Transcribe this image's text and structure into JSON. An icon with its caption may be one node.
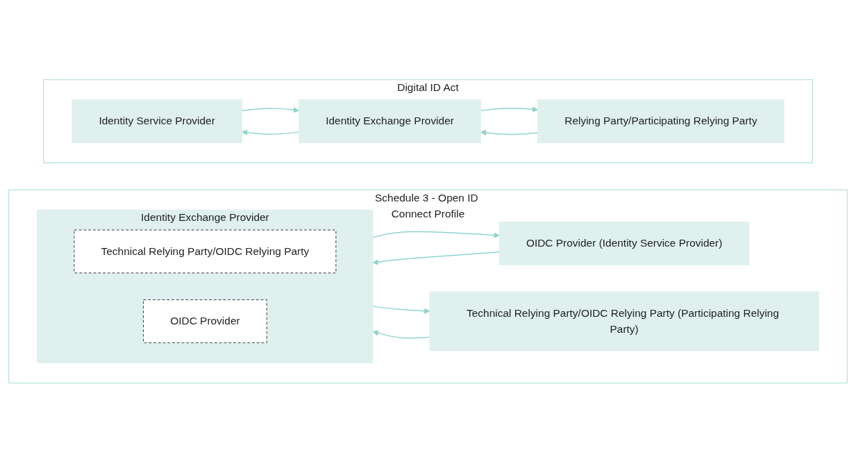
{
  "diagram": {
    "nodes": [
      {
        "text": [
          "Digital ID Act"
        ]
      },
      {
        "text": [
          "Identity Service Provider"
        ],
        "in": 0
      },
      {
        "text": [
          "Identity Exchange Provider"
        ],
        "in": 0
      },
      {
        "text": [
          "Relying Party/Participating Relying Party"
        ],
        "in": 0
      },
      {
        "text": [
          "Schedule 3 - Open ID Connect Profile"
        ]
      },
      {
        "text": [
          "OIDC Provider (Identity Service Provider)"
        ],
        "in": 4
      },
      {
        "text": [
          "Identity Exchange Provider"
        ],
        "in": 4
      },
      {
        "text": [
          "Technical Relying Party/OIDC Relying Party"
        ],
        "in": 6
      },
      {
        "text": [
          "OIDC Provider"
        ],
        "in": 6
      },
      {
        "text": [
          "Technical Relying Party/OIDC Relying Party (Participating Relying Party)"
        ],
        "in": 4
      }
    ],
    "edges": [
      {
        "from": 1,
        "to": 2,
        "arrow": "to"
      },
      {
        "from": 2,
        "to": 1,
        "arrow": "to"
      },
      {
        "from": 2,
        "to": 3,
        "arrow": "to"
      },
      {
        "from": 3,
        "to": 2,
        "arrow": "to"
      },
      {
        "from": 5,
        "to": 6,
        "arrow": "to"
      },
      {
        "from": 6,
        "to": 5,
        "arrow": "to"
      },
      {
        "from": 6,
        "to": 9,
        "arrow": "to"
      },
      {
        "from": 9,
        "to": 6,
        "arrow": "to"
      }
    ]
  }
}
